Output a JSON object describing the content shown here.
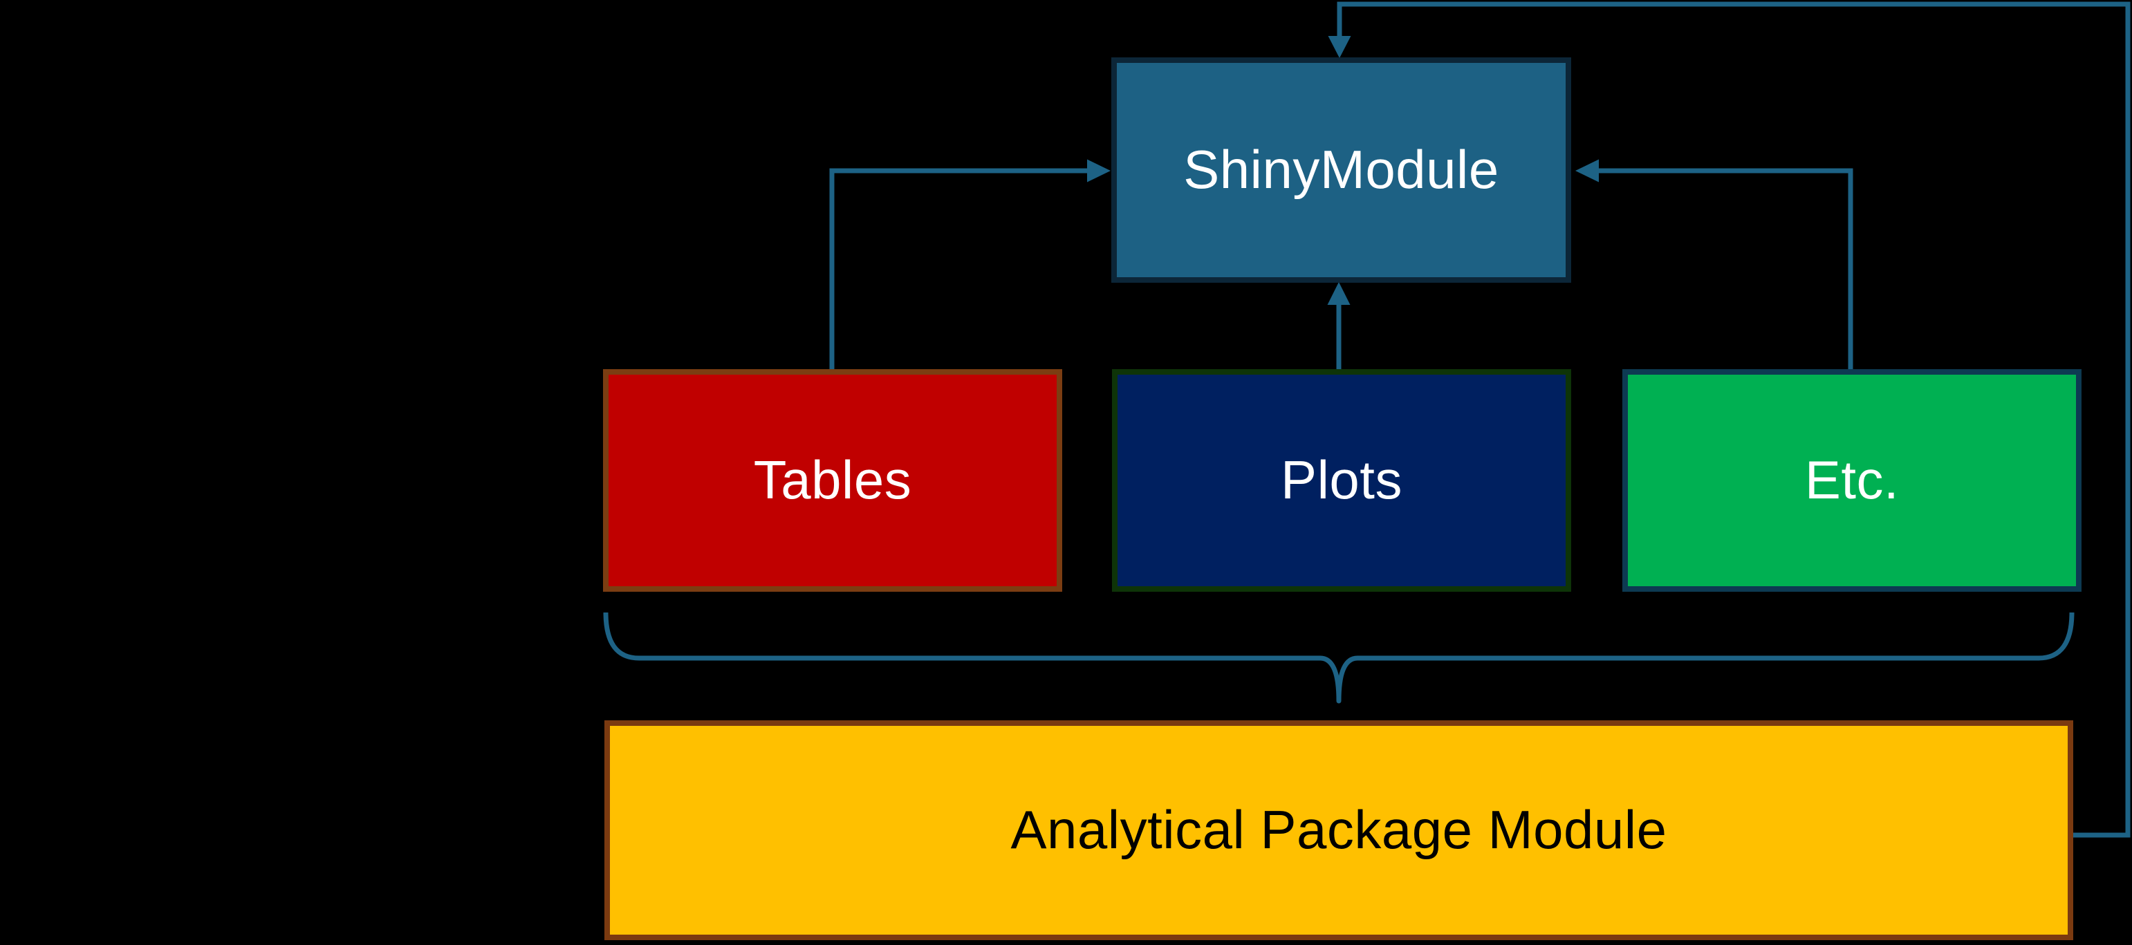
{
  "diagram": {
    "background_color": "#000000",
    "connector_color": "#1D6285",
    "nodes": [
      {
        "id": "shiny-module",
        "label": "ShinyModule",
        "fill": "#1D6184",
        "border": "#0C2638",
        "text_color": "#FFFFFF"
      },
      {
        "id": "tables",
        "label": "Tables",
        "fill": "#C00000",
        "border": "#7B3D12",
        "text_color": "#FFFFFF"
      },
      {
        "id": "plots",
        "label": "Plots",
        "fill": "#002060",
        "border": "#0E3408",
        "text_color": "#FFFFFF"
      },
      {
        "id": "etc",
        "label": "Etc.",
        "fill": "#00B052",
        "border": "#0D3A52",
        "text_color": "#FFFFFF"
      },
      {
        "id": "analytical-package-module",
        "label": "Analytical Package Module",
        "fill": "#FFC000",
        "border": "#7B3A10",
        "text_color": "#000000"
      }
    ],
    "connectors": [
      {
        "id": "loop-analytical-to-shiny",
        "from": "analytical-package-module",
        "to": "shiny-module",
        "type": "elbow-arrow",
        "route": "right-edge-top-loop"
      },
      {
        "id": "tables-to-shiny",
        "from": "tables",
        "to": "shiny-module",
        "type": "elbow-arrow",
        "enters": "left-side"
      },
      {
        "id": "plots-to-shiny",
        "from": "plots",
        "to": "shiny-module",
        "type": "straight-arrow",
        "enters": "bottom-side"
      },
      {
        "id": "etc-to-shiny",
        "from": "etc",
        "to": "shiny-module",
        "type": "elbow-arrow",
        "enters": "right-side"
      },
      {
        "id": "group-brace",
        "type": "curly-brace",
        "groups": [
          "tables",
          "plots",
          "etc"
        ],
        "points_to": "analytical-package-module"
      }
    ]
  }
}
